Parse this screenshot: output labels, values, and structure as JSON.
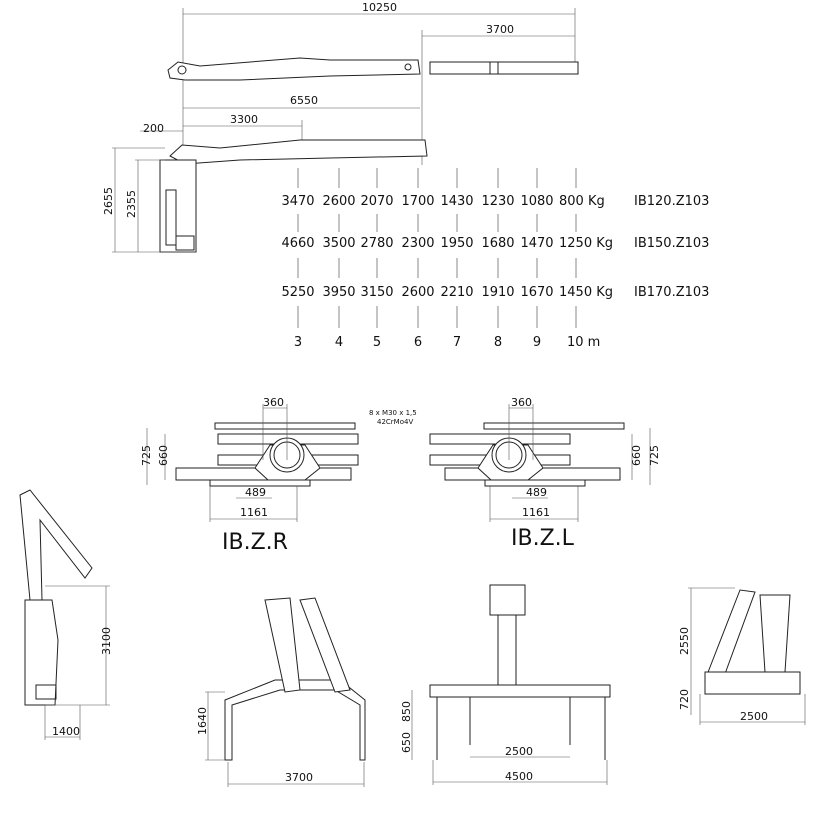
{
  "dimensions": {
    "top": {
      "total_reach": "10250",
      "extension": "3700",
      "main_reach": "6550",
      "offset": "200",
      "inner_boom": "3300",
      "height_total": "2655",
      "height_base": "2355"
    },
    "side": {
      "height": "3100",
      "width": "1400"
    },
    "front_left": {
      "leg_height": "1640",
      "stabilizer_span": "3700"
    },
    "rear": {
      "upper": "850",
      "lower": "650",
      "inner_span": "2500",
      "outer_span": "4500"
    },
    "front_right": {
      "height": "2550",
      "base_height": "720",
      "width": "2500"
    }
  },
  "load_table": {
    "distances": [
      "3",
      "4",
      "5",
      "6",
      "7",
      "8",
      "9",
      "10 m"
    ],
    "rows": [
      {
        "model": "IB120.Z103",
        "values": [
          "3470",
          "2600",
          "2070",
          "1700",
          "1430",
          "1230",
          "1080",
          "800 Kg"
        ]
      },
      {
        "model": "IB150.Z103",
        "values": [
          "4660",
          "3500",
          "2780",
          "2300",
          "1950",
          "1680",
          "1470",
          "1250 Kg"
        ]
      },
      {
        "model": "IB170.Z103",
        "values": [
          "5250",
          "3950",
          "3150",
          "2600",
          "2210",
          "1910",
          "1670",
          "1450 Kg"
        ]
      }
    ]
  },
  "mounting": {
    "bolts": "8 x M30 x 1,5",
    "material": "42CrMo4V",
    "right": {
      "label": "IB.Z.R",
      "d360": "360",
      "d725": "725",
      "d660": "660",
      "d489": "489",
      "d1161": "1161"
    },
    "left": {
      "label": "IB.Z.L",
      "d360": "360",
      "d725": "725",
      "d660": "660",
      "d489": "489",
      "d1161": "1161"
    }
  }
}
